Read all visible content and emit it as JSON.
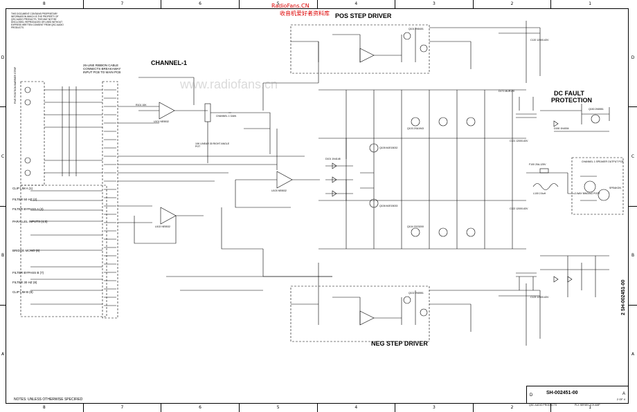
{
  "watermark_cn": "收音机爱好者资料库",
  "watermark_url": "RadioFans.CN",
  "watermark_center": "www.radiofans.cn",
  "zones_top": [
    "8",
    "7",
    "6",
    "5",
    "4",
    "3",
    "2",
    "1"
  ],
  "zones_bottom": [
    "8",
    "7",
    "6",
    "5",
    "4",
    "3",
    "2",
    "1"
  ],
  "zones_side": [
    "D",
    "C",
    "B",
    "A"
  ],
  "notice": "THIS DOCUMENT CONTAINS PROPRIETARY INFORMATION WHICH IS THE PROPERTY OF QSC AUDIO PRODUCTS. THIS MAY NOT BE DISCLOSED, REPRODUCED OR USED WITHOUT EXPRESS WRITTEN CONSENT FROM QSC AUDIO PRODUCTS.",
  "titles": {
    "pos_step": "POS STEP DRIVER",
    "neg_step": "NEG STEP DRIVER",
    "channel": "CHANNEL-1",
    "dc_fault": "DC FAULT",
    "protection": "PROTECTION"
  },
  "ribbon_note": "26-LINE RIBBON CABLE CONNECTS BREAKAWAY INPUT PCB TO MAIN PCB",
  "connector_box": "FIVE POSITION BARRIER STRIP",
  "controls": [
    "CLIP LIM A (1)",
    "FILTER 50 HZ (2)",
    "FILTER BYPASS A (3)",
    "PARALLEL INPUTS (4,5)",
    "BRIDGE MONO (6)",
    "FILTER BYPASS B (7)",
    "FILTER 30 HZ (8)",
    "CLIP LIM B (9)"
  ],
  "parts": {
    "u1": "U101 NE5532",
    "u2": "U102 NE5532",
    "u3": "U103 NE5532",
    "r_main": "R101 10K",
    "r_gain": "10K LINEAR 30 RIGHT ANGLE POT",
    "ch1_gain": "CHANNEL 1 GAIN",
    "q_a": "Q101 2N5401",
    "q_b": "Q102 2N5551",
    "q_c": "Q103 2SA1943",
    "q_d": "Q104 2SC5200",
    "q_e": "Q105 MJE15032",
    "q_f": "Q106 MJE15033",
    "d_a": "D101 1N4148",
    "d_b": "D171 MUR120",
    "c_a": "C120 12000-63V",
    "c_b": "C121 12000-63V",
    "c_c": "C122 12000-63V",
    "c_d": "C123 12000-63V",
    "out_note": "CHANNEL 1 SPEAKER OUTPUT PCB",
    "binding": "2-WAY BINDING POST",
    "speakon": "SPEAKON",
    "dc_q": "Q150 2N5551",
    "dc_d": "D150 1N4004",
    "fuse": "F100 20A-125V",
    "ind": "L100 2.5uH"
  },
  "title_block": {
    "size": "D",
    "dwg_no": "SH-002451-00",
    "rev": "A",
    "sheet": "2 OF 4",
    "company": "QSC AUDIO PRODUCTS",
    "product": "PLX SERIES 2CH AMP"
  },
  "side_title": "2  SH-002451-00",
  "notes": "NOTES: UNLESS OTHERWISE SPECIFIED"
}
